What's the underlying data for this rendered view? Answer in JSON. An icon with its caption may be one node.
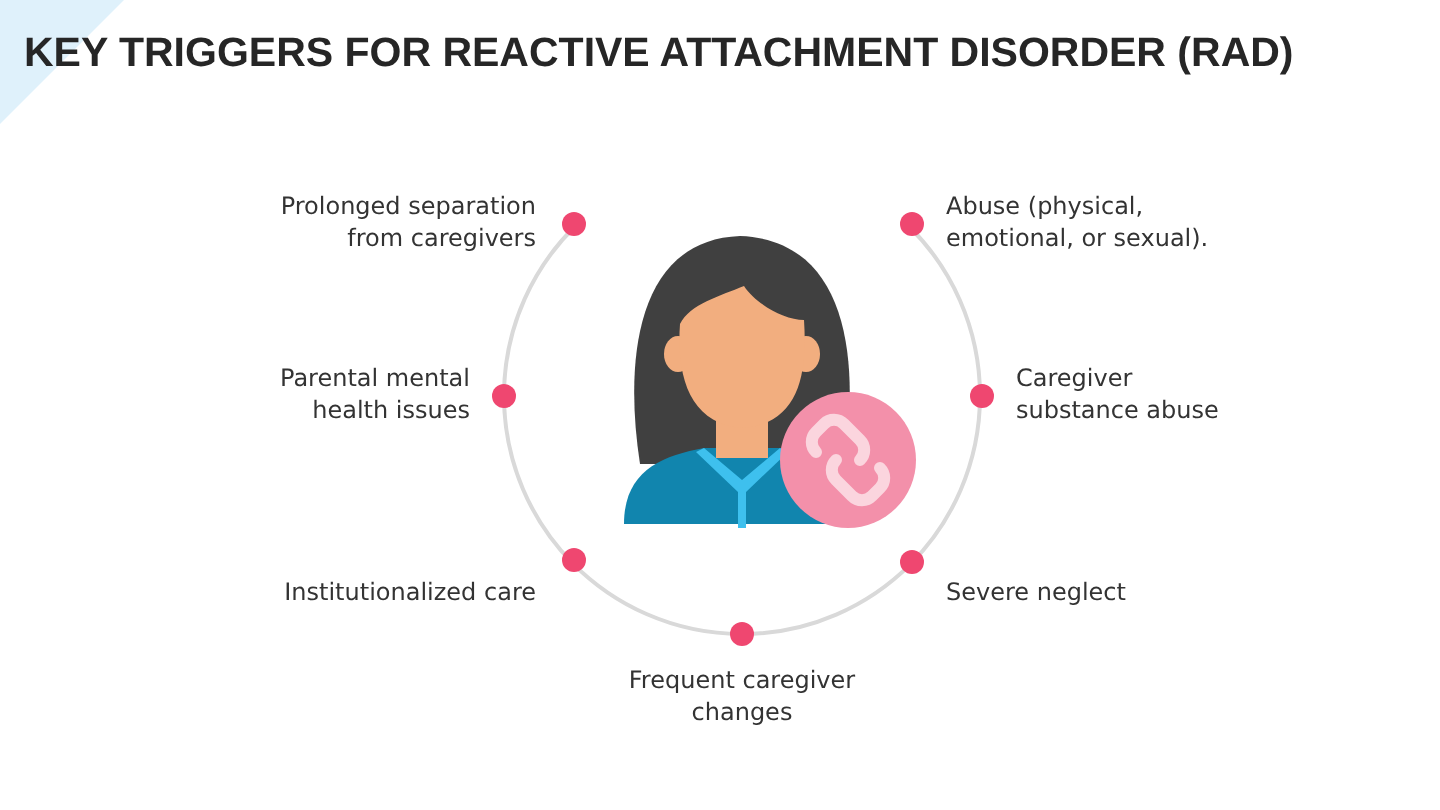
{
  "diagram": {
    "title": "KEY TRIGGERS FOR REACTIVE ATTACHMENT DISORDER (RAD)",
    "labels": [
      "Prolonged separation from caregivers",
      "Abuse (physical, emotional, or sexual).",
      "Parental mental health issues",
      "Caregiver substance abuse",
      "Institutionalized care",
      "Severe neglect",
      "Frequent caregiver changes"
    ]
  }
}
